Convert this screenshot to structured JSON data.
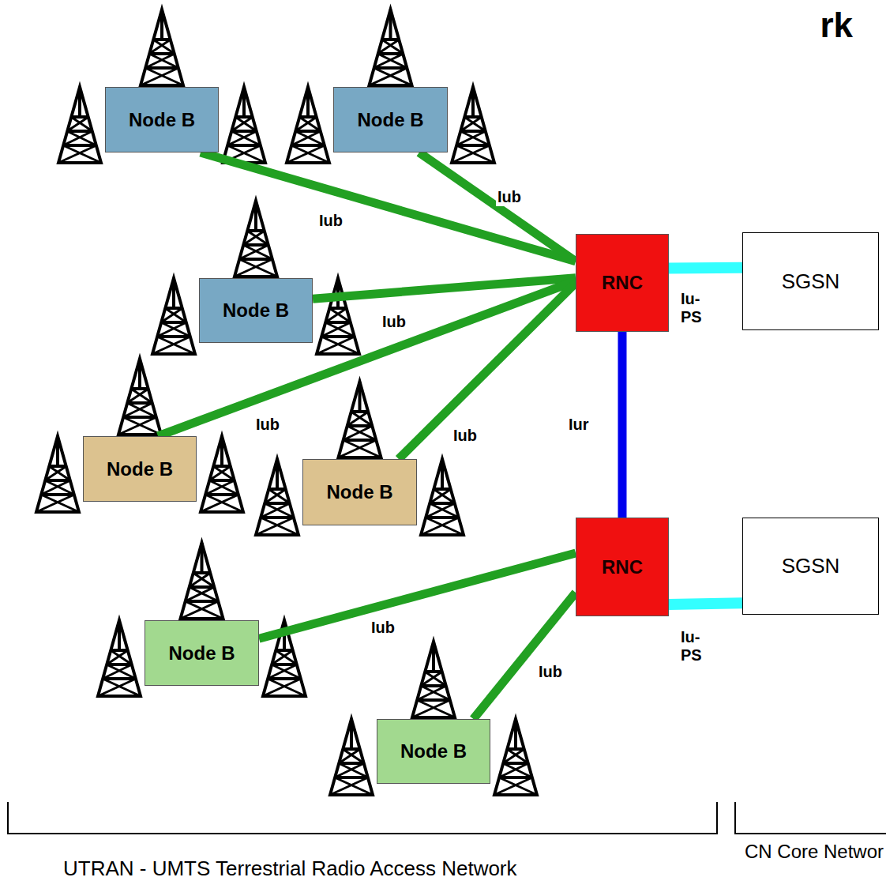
{
  "diagram": {
    "title": "rk",
    "nodes": [
      {
        "text": [
          "Node B"
        ]
      },
      {
        "text": [
          "Node B"
        ]
      },
      {
        "text": [
          "Node B"
        ]
      },
      {
        "text": [
          "Node B"
        ]
      },
      {
        "text": [
          "Node B"
        ]
      },
      {
        "text": [
          "Node B"
        ]
      },
      {
        "text": [
          "Node B"
        ]
      },
      {
        "text": [
          "RNC"
        ]
      },
      {
        "text": [
          "RNC"
        ]
      },
      {
        "text": [
          "SGSN"
        ]
      },
      {
        "text": [
          "SGSN"
        ]
      }
    ],
    "edges": [
      {
        "from": 0,
        "to": 7,
        "arrow": "none",
        "label": "Iub"
      },
      {
        "from": 1,
        "to": 7,
        "arrow": "none",
        "label": "Iub"
      },
      {
        "from": 2,
        "to": 7,
        "arrow": "none",
        "label": "Iub"
      },
      {
        "from": 3,
        "to": 7,
        "arrow": "none",
        "label": "Iub"
      },
      {
        "from": 4,
        "to": 7,
        "arrow": "none",
        "label": "Iub"
      },
      {
        "from": 5,
        "to": 8,
        "arrow": "none",
        "label": "Iub"
      },
      {
        "from": 6,
        "to": 8,
        "arrow": "none",
        "label": "Iub"
      },
      {
        "from": 7,
        "to": 8,
        "arrow": "none",
        "label": "Iur"
      },
      {
        "from": 7,
        "to": 9,
        "arrow": "none",
        "label": "Iu- PS"
      },
      {
        "from": 8,
        "to": 10,
        "arrow": "none",
        "label": "Iu- PS"
      }
    ],
    "labels": [
      "UTRAN - UMTS Terrestrial Radio Access Network",
      "CN Core Networ"
    ]
  }
}
